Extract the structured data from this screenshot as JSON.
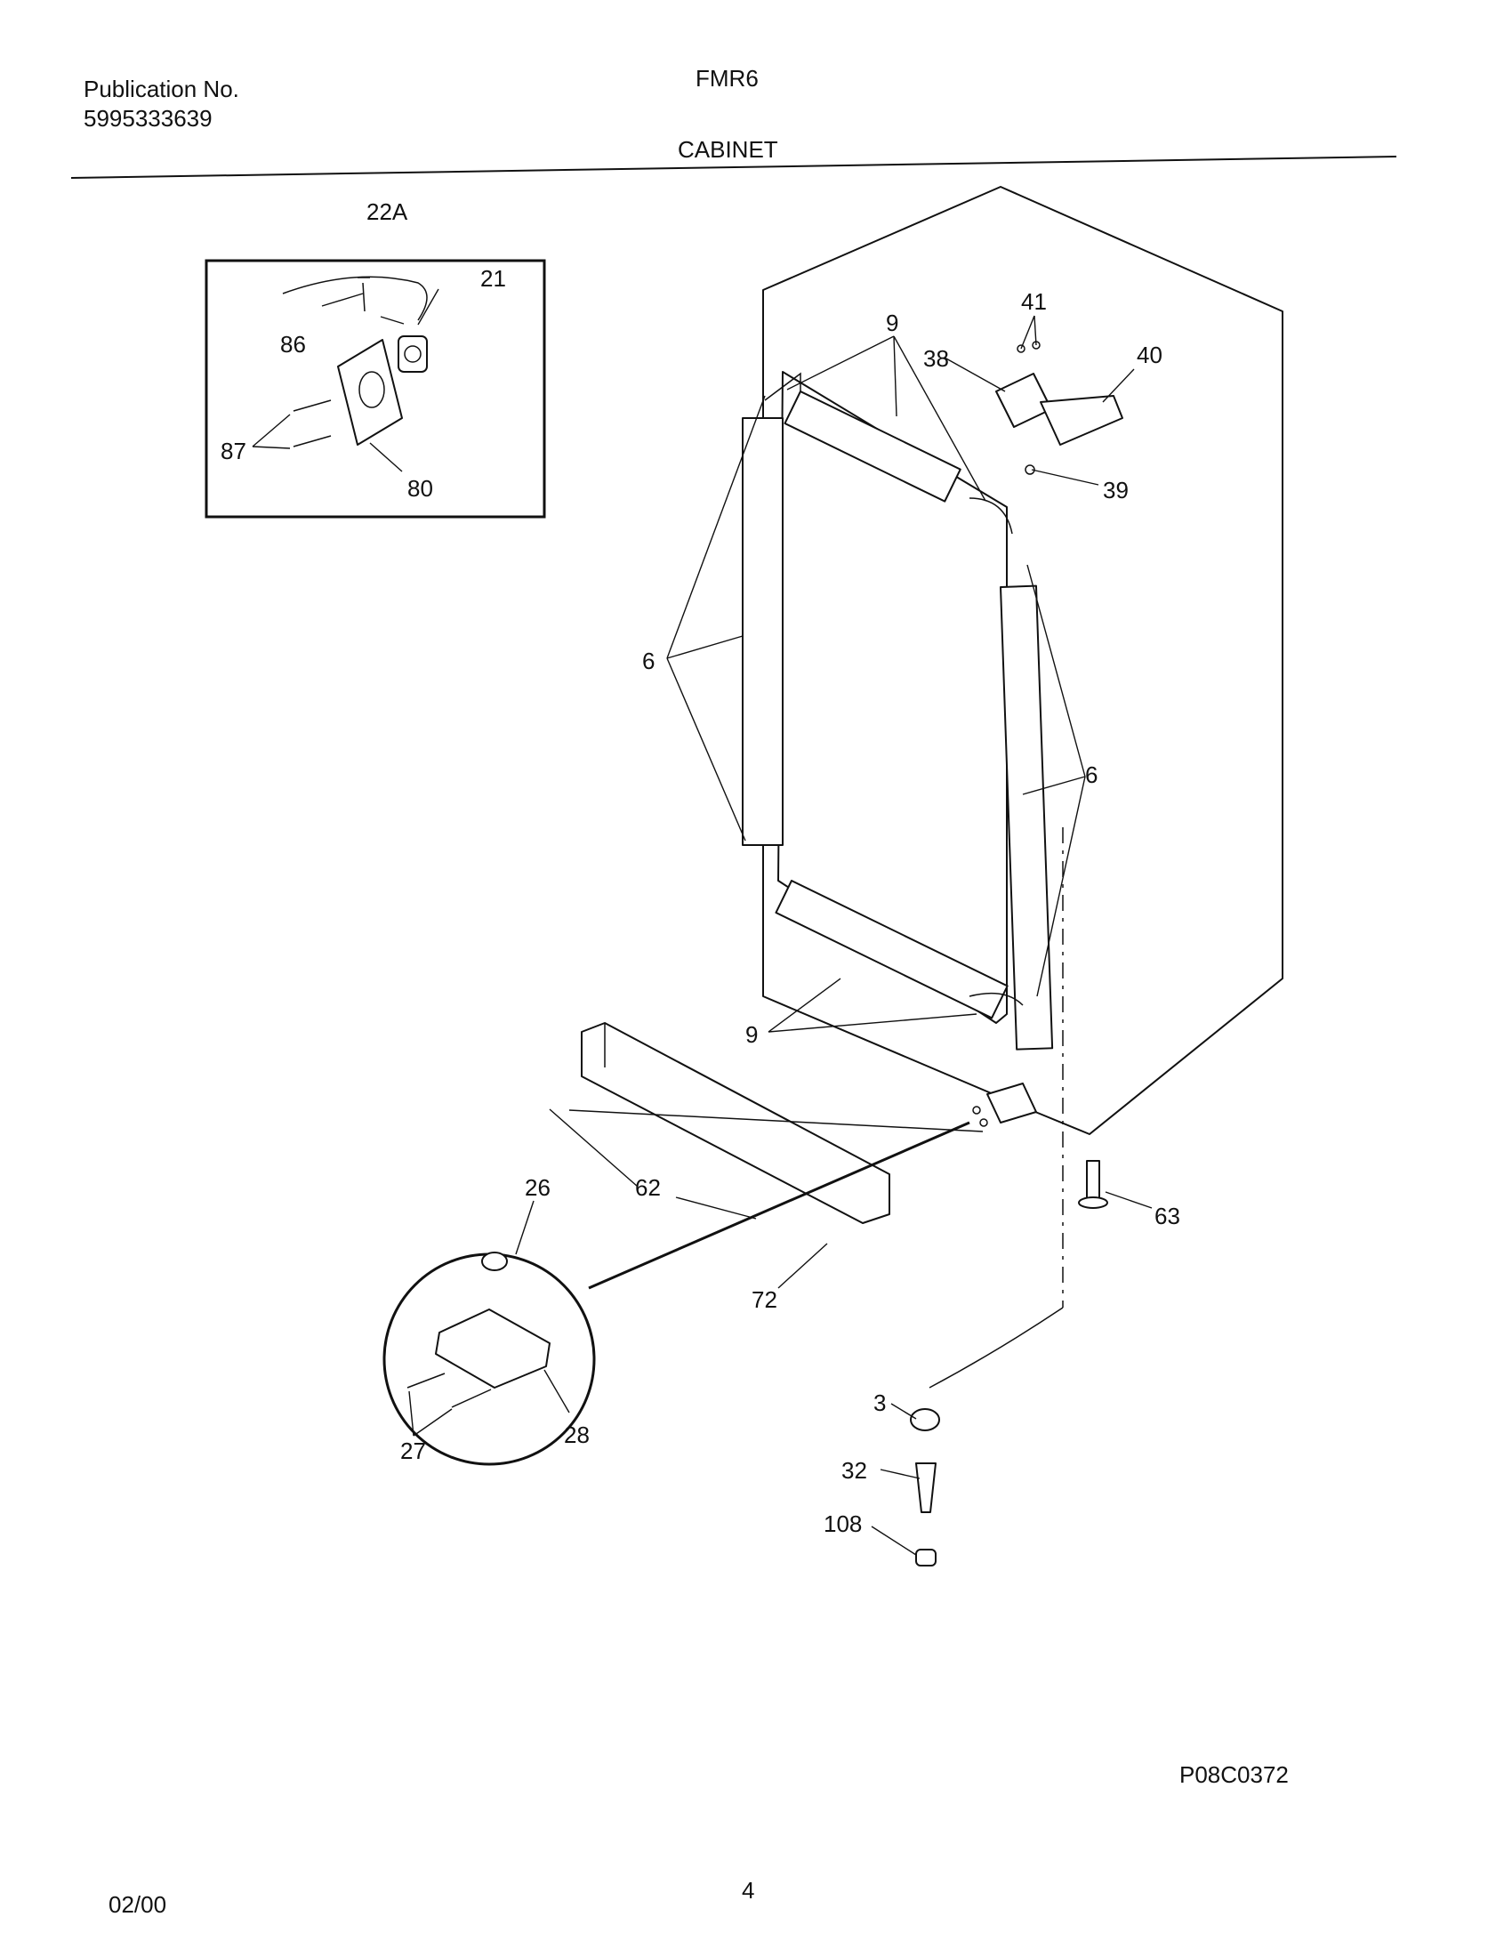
{
  "header": {
    "publication_label": "Publication No.",
    "publication_number": "5995333639",
    "model": "FMR6",
    "section": "CABINET"
  },
  "footer": {
    "date": "02/00",
    "page": "4",
    "drawing_number": "P08C0372"
  },
  "callouts": [
    "22A",
    "21",
    "86",
    "87",
    "80",
    "41",
    "9",
    "38",
    "40",
    "39",
    "6",
    "6",
    "9",
    "63",
    "26",
    "62",
    "72",
    "28",
    "27",
    "3",
    "32",
    "108"
  ]
}
